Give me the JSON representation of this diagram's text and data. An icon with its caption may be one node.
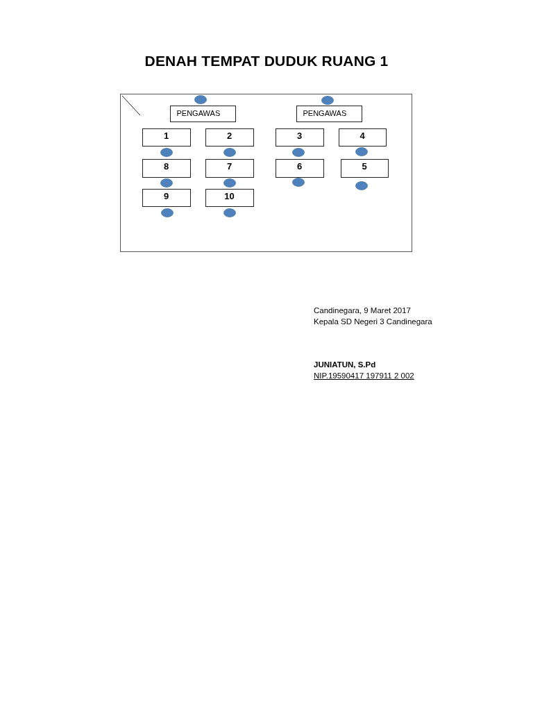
{
  "diagram": {
    "title": "DENAH TEMPAT DUDUK RUANG 1",
    "nodes": [
      {
        "text": [],
        "shape": "box"
      },
      {
        "text": [],
        "shape": "circle",
        "in": 0
      },
      {
        "text": [],
        "shape": "circle",
        "in": 0
      },
      {
        "text": [
          "PENGAWAS"
        ],
        "in": 0
      },
      {
        "text": [
          "PENGAWAS"
        ],
        "in": 0
      },
      {
        "text": [
          "1"
        ],
        "in": 0
      },
      {
        "text": [
          "2"
        ],
        "in": 0
      },
      {
        "text": [
          "3"
        ],
        "in": 0
      },
      {
        "text": [
          "4"
        ],
        "in": 0
      },
      {
        "text": [],
        "shape": "circle",
        "in": 0
      },
      {
        "text": [],
        "shape": "circle",
        "in": 0
      },
      {
        "text": [],
        "shape": "circle",
        "in": 0
      },
      {
        "text": [],
        "shape": "circle",
        "in": 0
      },
      {
        "text": [
          "8"
        ],
        "in": 0
      },
      {
        "text": [
          "7"
        ],
        "in": 0
      },
      {
        "text": [
          "6"
        ],
        "in": 0
      },
      {
        "text": [
          "5"
        ],
        "in": 0
      },
      {
        "text": [],
        "shape": "circle",
        "in": 0
      },
      {
        "text": [],
        "shape": "circle",
        "in": 0
      },
      {
        "text": [],
        "shape": "circle",
        "in": 0
      },
      {
        "text": [],
        "shape": "circle",
        "in": 0
      },
      {
        "text": [
          "9"
        ],
        "in": 0
      },
      {
        "text": [
          "10"
        ],
        "in": 0
      },
      {
        "text": [],
        "shape": "circle",
        "in": 0
      },
      {
        "text": [],
        "shape": "circle",
        "in": 0
      }
    ],
    "labels": [
      "Candinegara, 9 Maret 2017",
      "Kepala SD Negeri 3 Candinegara",
      "JUNIATUN, S.Pd",
      "NIP.19590417 197911 2 002"
    ]
  }
}
